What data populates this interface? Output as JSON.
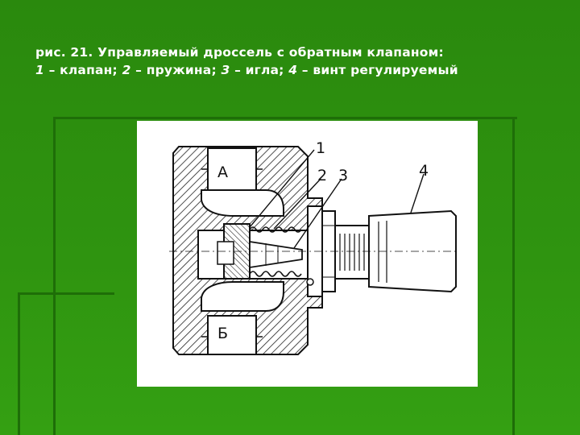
{
  "caption": {
    "line1": "рис. 21. Управляемый дроссель с обратным клапаном:",
    "items": [
      {
        "num": "1",
        "text": " – клапан; "
      },
      {
        "num": "2",
        "text": " – пружина; "
      },
      {
        "num": "3",
        "text": " – игла; "
      },
      {
        "num": "4",
        "text": " – винт регулируемый"
      }
    ]
  },
  "figure": {
    "labels": {
      "port_a": "А",
      "port_b": "Б",
      "n1": "1",
      "n2": "2",
      "n3": "3",
      "n4": "4"
    }
  },
  "colors": {
    "background": "#2c8a0e",
    "decoration": "#1e6e08",
    "caption_text": "#ffffff"
  }
}
